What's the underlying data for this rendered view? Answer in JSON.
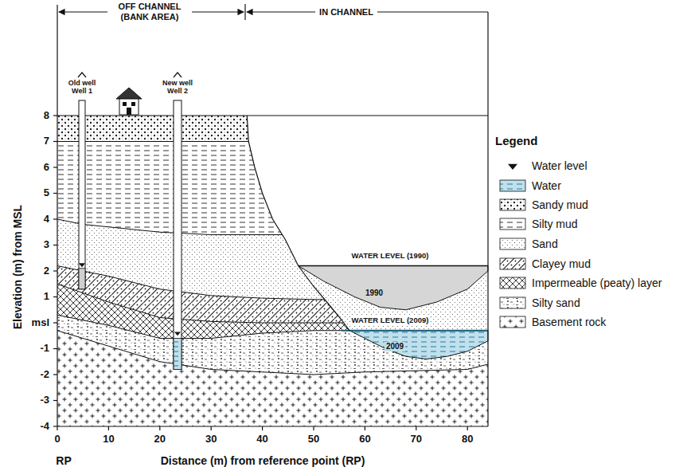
{
  "diagram": {
    "labels": [
      "OFF CHANNEL (BANK AREA)",
      "IN CHANNEL",
      "Old well Well 1",
      "New well Well 2",
      "8",
      "7",
      "6",
      "5",
      "4",
      "3",
      "2",
      "1",
      "msl",
      "-1",
      "-2",
      "-3",
      "-4",
      "Elevation (m) from MSL",
      "0",
      "10",
      "20",
      "30",
      "40",
      "50",
      "60",
      "70",
      "80",
      "RP",
      "Distance (m) from reference point (RP)",
      "WATER LEVEL (1990)",
      "1990",
      "WATER LEVEL (2009)",
      "2009",
      "Legend"
    ],
    "legend": [
      {
        "text": "Water level"
      },
      {
        "text": "Water"
      },
      {
        "text": "Sandy mud"
      },
      {
        "text": "Silty mud"
      },
      {
        "text": "Sand"
      },
      {
        "text": "Clayey mud"
      },
      {
        "text": "Impermeable (peaty) layer"
      },
      {
        "text": "Silty sand"
      },
      {
        "text": "Basement rock"
      }
    ]
  }
}
